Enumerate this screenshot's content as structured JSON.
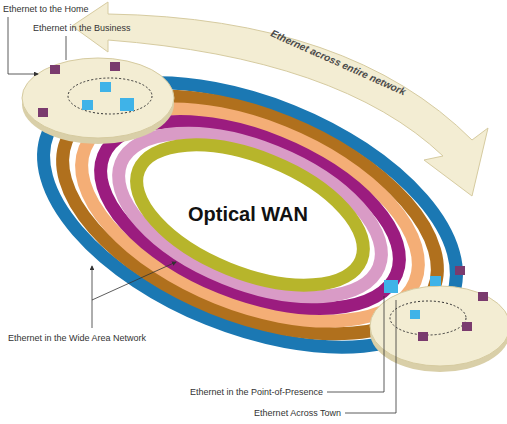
{
  "diagram": {
    "nodes": [
      {
        "text": [
          "Ethernet across entire network"
        ]
      },
      {
        "text": [
          "Optical WAN"
        ]
      }
    ],
    "labels": [
      "Ethernet to the Home",
      "Ethernet in the Business",
      "Ethernet in the Wide Area Network",
      "Ethernet in the Point-of-Presence",
      "Ethernet Across Town"
    ]
  }
}
